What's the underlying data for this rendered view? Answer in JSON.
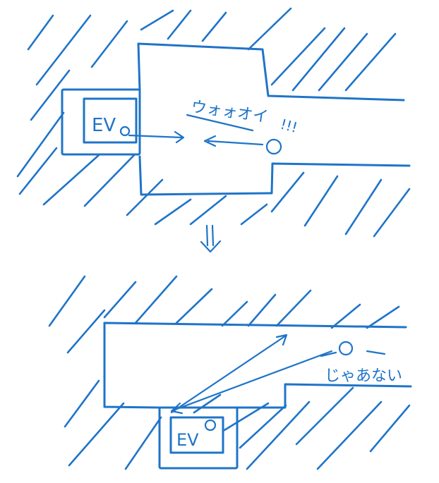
{
  "colors": {
    "ink": "#1f74c8",
    "background": "#ffffff"
  },
  "top_scene": {
    "elevator_label": "EV",
    "shout_text": "ウォォオイ",
    "shout_marks": "!!!"
  },
  "transition": {
    "arrow_icon": "double-arrow-down-icon"
  },
  "bottom_scene": {
    "elevator_label": "EV",
    "speech_text": "じゃあない"
  }
}
